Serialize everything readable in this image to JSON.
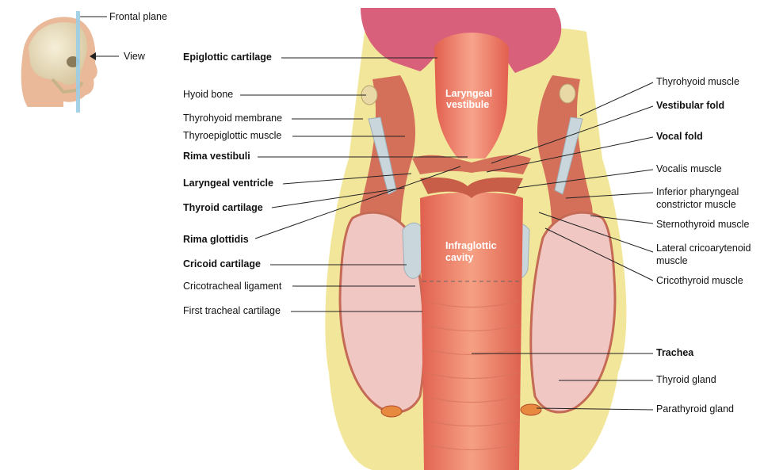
{
  "inset": {
    "plane_label": "Frontal plane",
    "view_label": "View"
  },
  "inner_labels": {
    "vestibule_line1": "Laryngeal",
    "vestibule_line2": "vestibule",
    "infraglottic_line1": "Infraglottic",
    "infraglottic_line2": "cavity"
  },
  "left_labels": [
    {
      "text": "Epiglottic cartilage",
      "bold": true
    },
    {
      "text": "Hyoid bone",
      "bold": false
    },
    {
      "text": "Thyrohyoid membrane",
      "bold": false
    },
    {
      "text": "Thyroepiglottic muscle",
      "bold": false
    },
    {
      "text": "Rima vestibuli",
      "bold": true
    },
    {
      "text": "Laryngeal ventricle",
      "bold": true
    },
    {
      "text": "Thyroid cartilage",
      "bold": true
    },
    {
      "text": "Rima glottidis",
      "bold": true
    },
    {
      "text": "Cricoid cartilage",
      "bold": true
    },
    {
      "text": "Cricotracheal ligament",
      "bold": false
    },
    {
      "text": "First tracheal cartilage",
      "bold": false
    }
  ],
  "right_labels": [
    {
      "text": "Thyrohyoid muscle",
      "bold": false
    },
    {
      "text": "Vestibular fold",
      "bold": true
    },
    {
      "text": "Vocal fold",
      "bold": true
    },
    {
      "text": "Vocalis muscle",
      "bold": false
    },
    {
      "text": "Inferior pharyngeal",
      "bold": false
    },
    {
      "text": "constrictor muscle",
      "bold": false
    },
    {
      "text": "Sternothyroid muscle",
      "bold": false
    },
    {
      "text": "Lateral cricoarytenoid",
      "bold": false
    },
    {
      "text": "muscle",
      "bold": false
    },
    {
      "text": "Cricothyroid muscle",
      "bold": false
    },
    {
      "text": "Trachea",
      "bold": true
    },
    {
      "text": "Thyroid gland",
      "bold": false
    },
    {
      "text": "Parathyroid gland",
      "bold": false
    }
  ],
  "colors": {
    "fat": "#f2e69a",
    "muscle": "#d4705a",
    "mucosa": "#ee8f78",
    "cartilage": "#c9d6dc",
    "thyroid_gland": "#f1c7c4",
    "plane": "#9ccde6"
  }
}
